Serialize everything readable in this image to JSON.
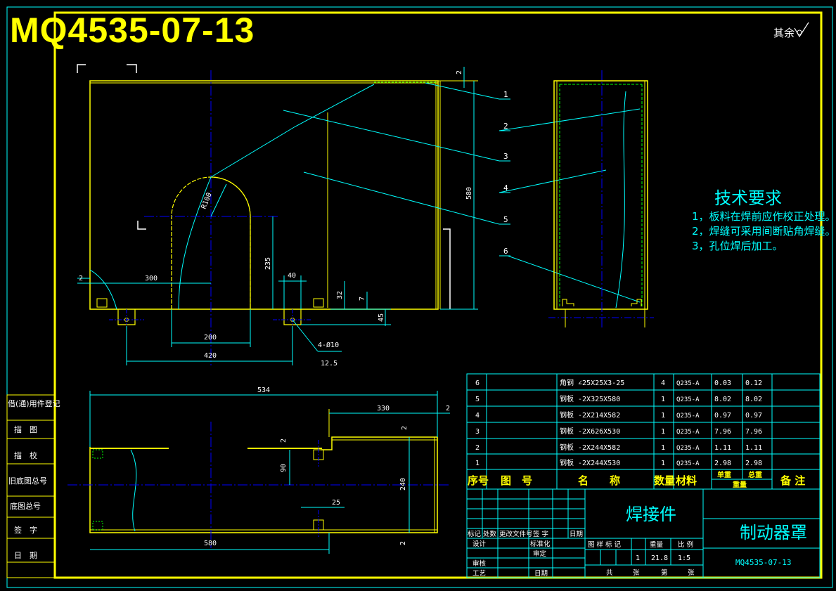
{
  "drawing_number_big": "MQ4535-07-13",
  "surface_note": "其余",
  "colors": {
    "frame": "#ffff00",
    "line": "#00ffff",
    "center": "#0000ff",
    "dashed": "#00ff00",
    "text_white": "#ffffff",
    "background": "#000000"
  },
  "front_view": {
    "dims": {
      "d300": "300",
      "d2": "2",
      "d200": "200",
      "d420": "420",
      "d235": "235",
      "d40": "40",
      "d32": "32",
      "d7": "7",
      "d45": "45",
      "d580": "580",
      "d2top": "2",
      "r100": "R100",
      "hole": "4-Ø10",
      "hole_sub": "12.5"
    },
    "balloons": [
      "1",
      "2",
      "3",
      "4",
      "5",
      "6"
    ]
  },
  "top_view": {
    "dims": {
      "d534": "534",
      "d330": "330",
      "d2a": "2",
      "d2b": "2",
      "d2c": "2",
      "d2d": "2",
      "d90": "90",
      "d240": "240",
      "d25": "25",
      "d580": "580"
    }
  },
  "tech_req": {
    "title": "技术要求",
    "items": [
      "1，板料在焊前应作校正处理。",
      "2，焊缝可采用间断贴角焊缝。",
      "3，孔位焊后加工。"
    ]
  },
  "left_strip": [
    "借(通)用件登记",
    "描　图",
    "描　校",
    "旧底图总号",
    "底图总号",
    "签　字",
    "日　期"
  ],
  "bom": {
    "rows": [
      {
        "no": "6",
        "drawing": "",
        "name": "角钢 ∠25X25X3-25",
        "qty": "4",
        "material": "Q235-A",
        "unit": "0.03",
        "total": "0.12",
        "note": ""
      },
      {
        "no": "5",
        "drawing": "",
        "name": "钢板 -2X325X580",
        "qty": "1",
        "material": "Q235-A",
        "unit": "8.02",
        "total": "8.02",
        "note": ""
      },
      {
        "no": "4",
        "drawing": "",
        "name": "钢板 -2X214X582",
        "qty": "1",
        "material": "Q235-A",
        "unit": "0.97",
        "total": "0.97",
        "note": ""
      },
      {
        "no": "3",
        "drawing": "",
        "name": "钢板 -2X626X530",
        "qty": "1",
        "material": "Q235-A",
        "unit": "7.96",
        "total": "7.96",
        "note": ""
      },
      {
        "no": "2",
        "drawing": "",
        "name": "钢板 -2X244X582",
        "qty": "1",
        "material": "Q235-A",
        "unit": "1.11",
        "total": "1.11",
        "note": ""
      },
      {
        "no": "1",
        "drawing": "",
        "name": "钢板 -2X244X530",
        "qty": "1",
        "material": "Q235-A",
        "unit": "2.98",
        "total": "2.98",
        "note": ""
      }
    ],
    "header": {
      "no": "序号",
      "drawing": "图　号",
      "name": "名　　称",
      "qty": "数量",
      "material": "材料",
      "unit": "单重",
      "total": "总重",
      "weight": "重量",
      "note": "备 注"
    }
  },
  "title_block": {
    "part_type": "焊接件",
    "part_name": "制动器罩",
    "drawing_no": "MQ4535-07-13",
    "labels": {
      "mark": "标记",
      "count": "处数",
      "change_doc": "更改文件号",
      "sign": "签 字",
      "date_small": "日期",
      "design": "设计",
      "standardize": "标准化",
      "review": "审定",
      "check": "审核",
      "process": "工艺",
      "date": "日期",
      "stage": "图 样 标 记",
      "weight": "重量",
      "scale": "比 例",
      "total_sheets": "共",
      "sheet": "张",
      "sheet_no": "第",
      "sheet2": "张"
    },
    "values": {
      "qty": "1",
      "weight": "21.8",
      "scale": "1:5"
    }
  }
}
